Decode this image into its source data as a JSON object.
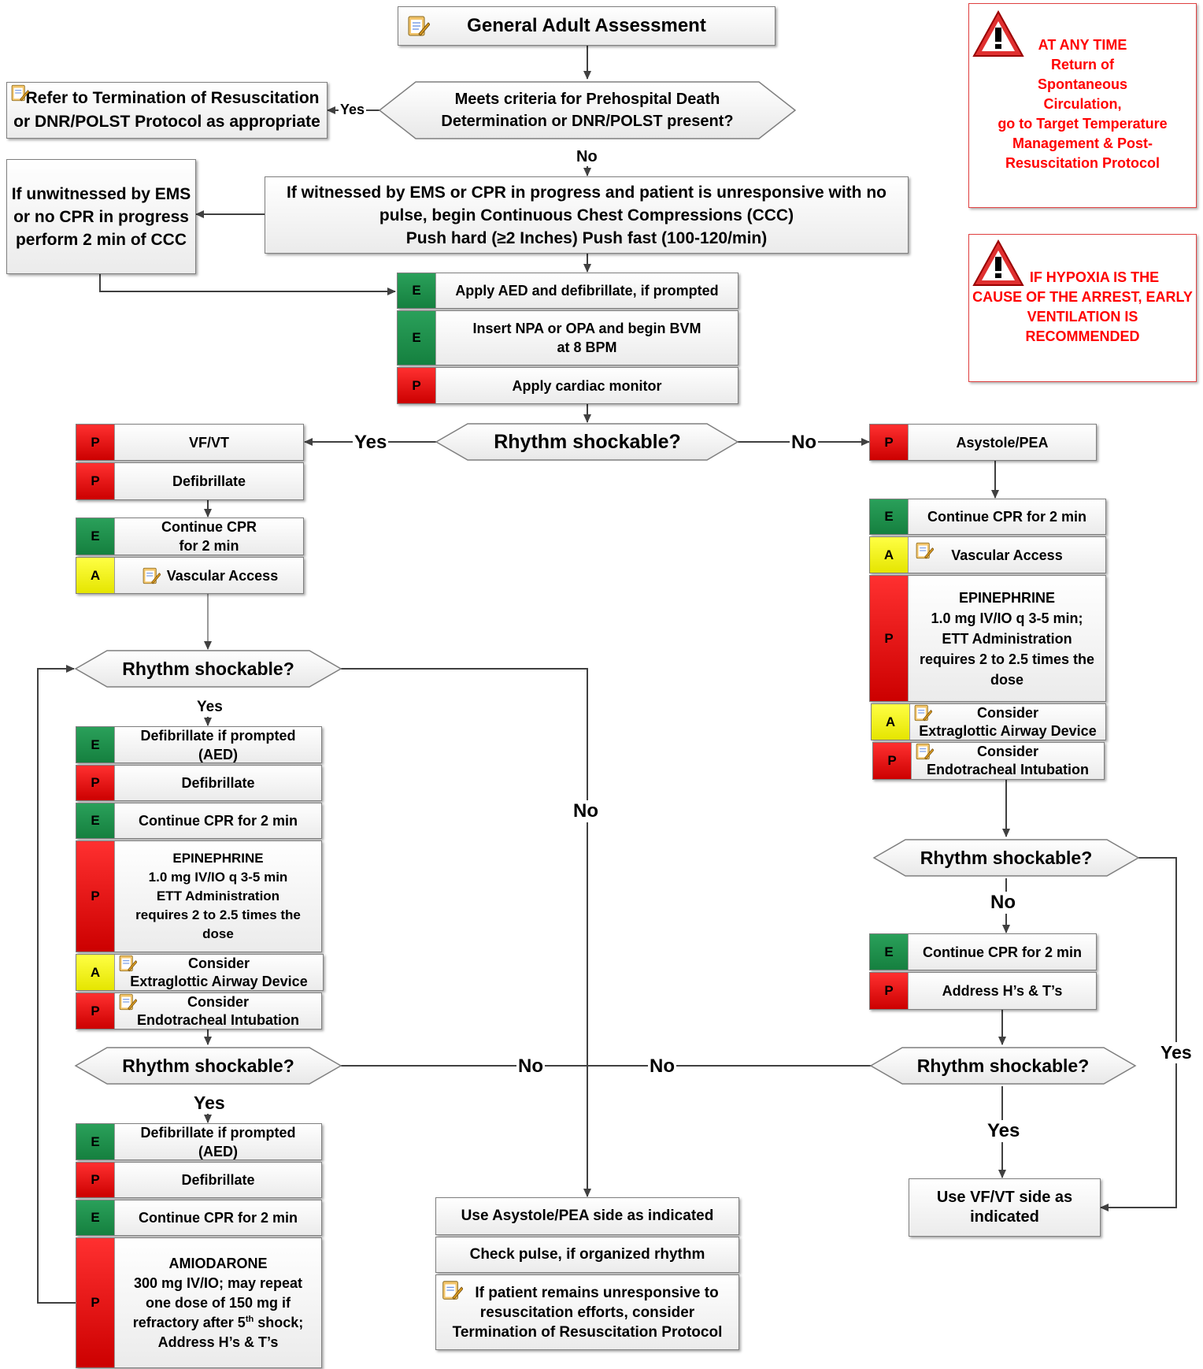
{
  "assessment": {
    "title": "General Adult Assessment"
  },
  "alerts": {
    "rosc": {
      "line1": "AT ANY TIME",
      "line2": "Return of",
      "line3": "Spontaneous",
      "line4": "Circulation,",
      "line5": "go to Target Temperature",
      "line6": "Management & Post-",
      "line7": "Resuscitation Protocol"
    },
    "hypoxia": {
      "line1": "IF HYPOXIA IS THE",
      "line2": "CAUSE OF THE ARREST, EARLY",
      "line3": "VENTILATION IS",
      "line4": "RECOMMENDED"
    }
  },
  "dnr": {
    "question_line1": "Meets criteria for Prehospital Death",
    "question_line2": "Determination or DNR/POLST present?",
    "yes": "Yes",
    "no": "No",
    "refer_line1": "Refer to Termination of Resuscitation",
    "refer_line2": "or DNR/POLST Protocol as appropriate"
  },
  "ccc": {
    "line1": "If witnessed by EMS or CPR in progress and patient is unresponsive with no",
    "line2": "pulse, begin Continuous Chest Compressions (CCC)",
    "line3": "Push hard (≥2 Inches) Push fast (100-120/min)"
  },
  "unwitnessed": {
    "line1": "If unwitnessed by EMS",
    "line2": "or no CPR in progress",
    "line3": "perform 2 min of CCC"
  },
  "initial_steps": [
    {
      "level": "E",
      "line1": "Apply AED and defibrillate, if prompted",
      "line2": ""
    },
    {
      "level": "E",
      "line1": "Insert NPA or OPA and begin BVM",
      "line2": "at 8 BPM"
    },
    {
      "level": "P",
      "line1": "Apply cardiac monitor",
      "line2": ""
    }
  ],
  "decision_main": {
    "question": "Rhythm shockable?",
    "yes": "Yes",
    "no": "No"
  },
  "vf_block": [
    {
      "level": "P",
      "line1": "VF/VT",
      "line2": ""
    },
    {
      "level": "P",
      "line1": "Defibrillate",
      "line2": ""
    }
  ],
  "vf_block2": [
    {
      "level": "E",
      "line1": "Continue CPR",
      "line2": "for 2 min"
    },
    {
      "level": "A",
      "line1": "Vascular Access",
      "line2": ""
    }
  ],
  "decision_vf1": {
    "question": "Rhythm shockable?",
    "yes": "Yes",
    "no": "No"
  },
  "vf_cycle1": [
    {
      "level": "E",
      "line1": "Defibrillate if prompted",
      "line2": "(AED)"
    },
    {
      "level": "P",
      "line1": "Defibrillate",
      "line2": ""
    },
    {
      "level": "E",
      "line1": "Continue CPR for 2 min",
      "line2": ""
    },
    {
      "level": "P",
      "line1": "EPINEPHRINE",
      "line2": "1.0 mg IV/IO q 3-5 min",
      "line3": "ETT Administration",
      "line4": "requires 2 to 2.5 times the",
      "line5": "dose"
    },
    {
      "level": "A",
      "line1": "Consider",
      "line2": "Extraglottic Airway Device"
    },
    {
      "level": "P",
      "line1": "Consider",
      "line2": "Endotracheal Intubation"
    }
  ],
  "decision_vf2": {
    "question": "Rhythm shockable?",
    "yes": "Yes",
    "no": "No"
  },
  "vf_cycle2": [
    {
      "level": "E",
      "line1": "Defibrillate if prompted",
      "line2": "(AED)"
    },
    {
      "level": "P",
      "line1": "Defibrillate",
      "line2": ""
    },
    {
      "level": "E",
      "line1": "Continue CPR for 2 min",
      "line2": ""
    },
    {
      "level": "P",
      "line1": "AMIODARONE",
      "line2": "300 mg IV/IO; may repeat",
      "line3": "one dose of 150 mg if",
      "line4a": "refractory after 5",
      "line4sup": "th",
      "line4b": " shock;",
      "line5": "Address H’s & T’s"
    }
  ],
  "asystole_block": [
    {
      "level": "P",
      "line1": "Asystole/PEA",
      "line2": ""
    }
  ],
  "asystole_cycle": [
    {
      "level": "E",
      "line1": "Continue CPR for 2 min",
      "line2": ""
    },
    {
      "level": "A",
      "line1": "Vascular Access",
      "line2": ""
    },
    {
      "level": "P",
      "line1": "EPINEPHRINE",
      "line2": "1.0 mg IV/IO q 3-5 min;",
      "line3": "ETT Administration",
      "line4": "requires 2 to 2.5 times the",
      "line5": "dose"
    },
    {
      "level": "A",
      "line1": "Consider",
      "line2": "Extraglottic Airway Device"
    },
    {
      "level": "P",
      "line1": "Consider",
      "line2": "Endotracheal Intubation"
    }
  ],
  "decision_as1": {
    "question": "Rhythm shockable?",
    "yes": "Yes",
    "no": "No"
  },
  "asystole_cycle2": [
    {
      "level": "E",
      "line1": "Continue CPR for 2 min",
      "line2": ""
    },
    {
      "level": "P",
      "line1": "Address H’s & T’s",
      "line2": ""
    }
  ],
  "decision_as2": {
    "question": "Rhythm shockable?",
    "yes": "Yes",
    "no": "No"
  },
  "use_vf": {
    "line1": "Use VF/VT side as",
    "line2": "indicated"
  },
  "center_block": [
    {
      "line1": "Use Asystole/PEA side as indicated",
      "line2": "",
      "line3": ""
    },
    {
      "line1": "Check pulse, if organized rhythm",
      "line2": "",
      "line3": ""
    },
    {
      "line1": "If patient remains unresponsive to",
      "line2": "resuscitation efforts, consider",
      "line3": "Termination of Resuscitation Protocol"
    }
  ],
  "icons": {
    "protocol_reference": "clipboard-icon",
    "warning": "warning-triangle-icon"
  },
  "colors": {
    "emt": "#1a8f47",
    "paramedic": "#e00000",
    "aemt": "#ffff00",
    "alert_text": "#ff0000"
  }
}
